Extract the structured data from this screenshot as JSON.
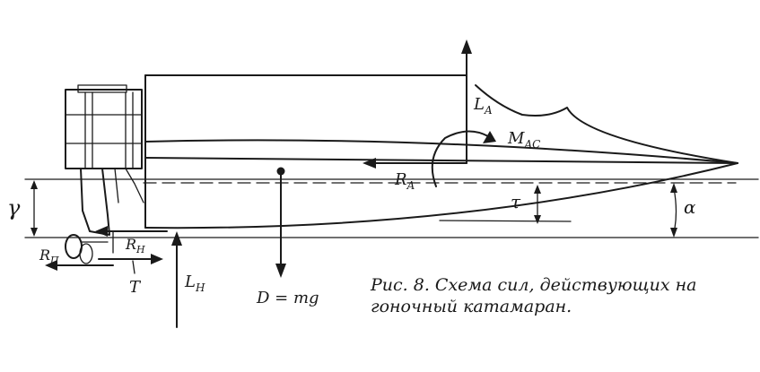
{
  "caption": {
    "line1": "Рис. 8. Схема сил, действующих на",
    "line2": "гоночный катамаран."
  },
  "labels": {
    "L_A": "L",
    "L_A_sub": "A",
    "M_AC": "M",
    "M_AC_sub": "AC",
    "R_A": "R",
    "R_A_sub": "A",
    "tau": "τ",
    "alpha": "α",
    "gamma": "γ",
    "R_p": "R",
    "R_p_sub": "П",
    "R_n": "R",
    "R_n_sub": "Н",
    "T": "T",
    "L_n": "L",
    "L_n_sub": "Н",
    "D": "D = mg"
  }
}
